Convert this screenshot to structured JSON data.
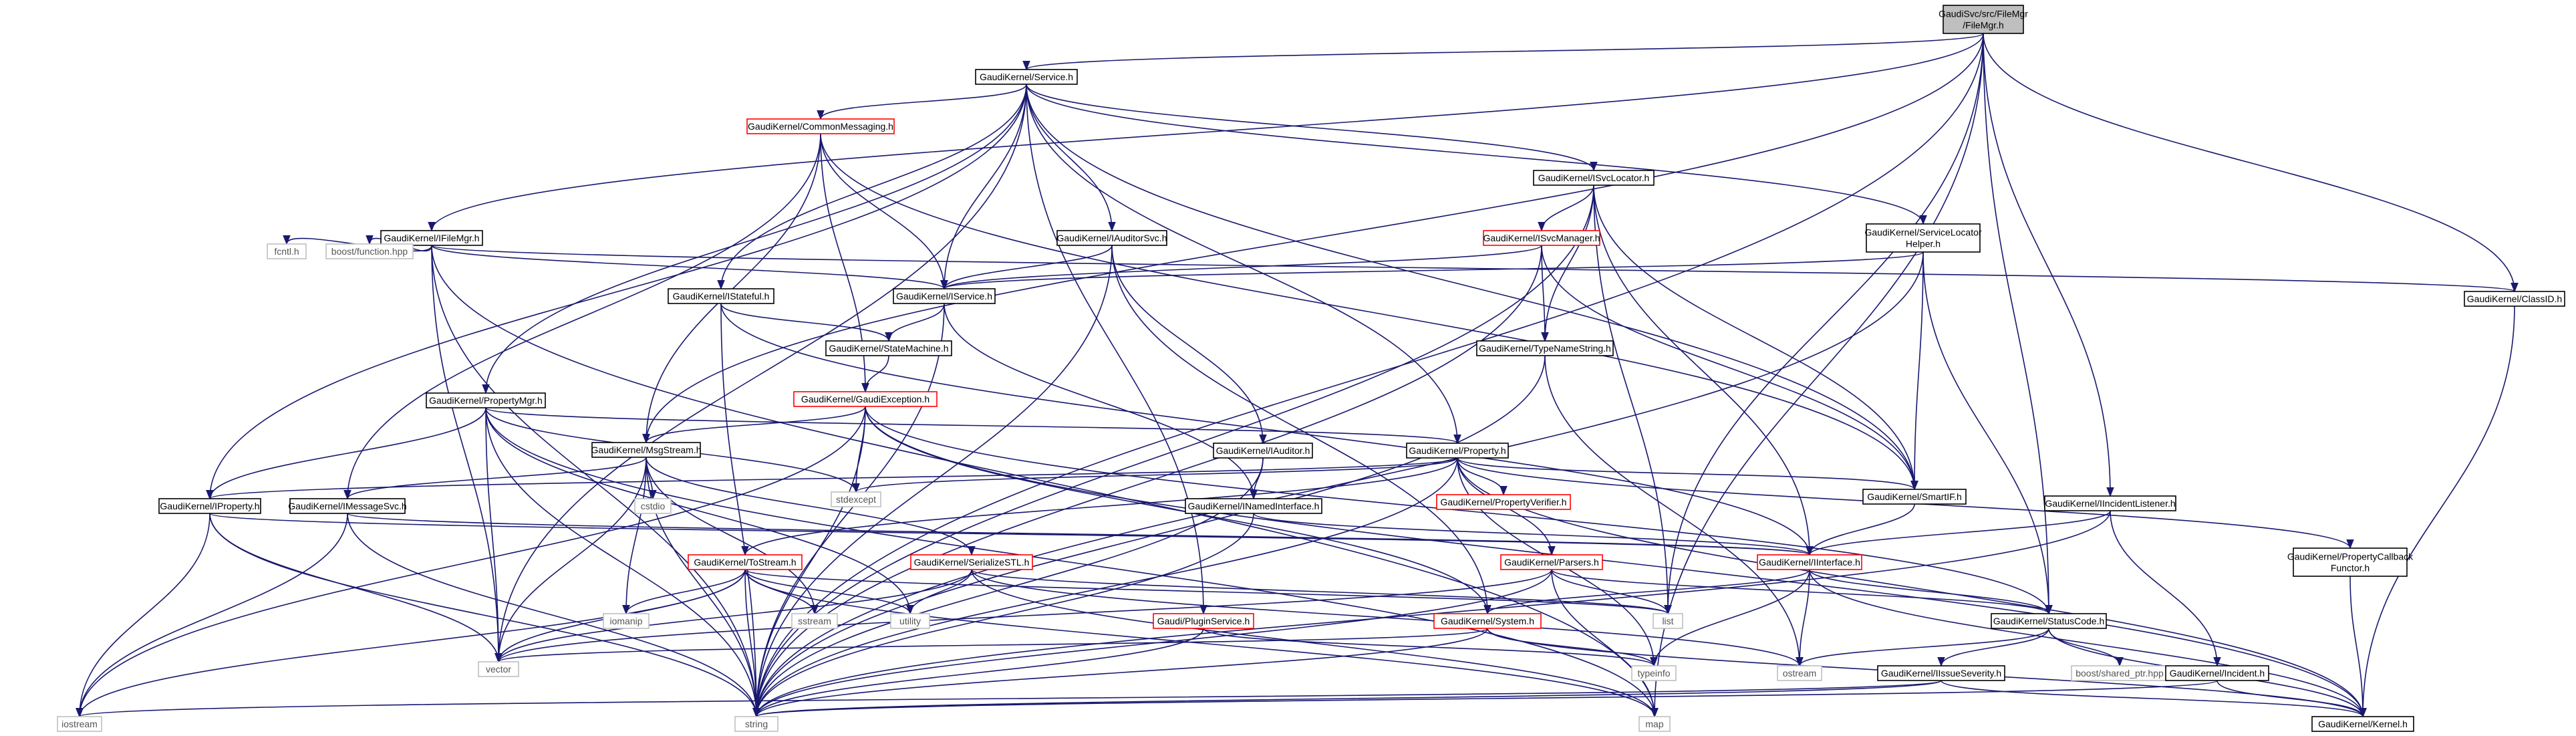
{
  "colors": {
    "edge": "#191970",
    "node_border": "#000000",
    "root_fill": "#bfbfbf",
    "documented_border": "#000000",
    "undocumented_border": "#ff0000",
    "external_border": "#bfbfbf",
    "text": "#000000",
    "external_text": "#555555"
  },
  "nodes": {
    "filemgr_h": {
      "lines": [
        "GaudiSvc/src/FileMgr",
        "/FileMgr.h"
      ],
      "kind": "root"
    },
    "service_h": {
      "lines": [
        "GaudiKernel/Service.h"
      ],
      "kind": "documented"
    },
    "commonmessaging_h": {
      "lines": [
        "GaudiKernel/CommonMessaging.h"
      ],
      "kind": "undocumented"
    },
    "isvclocator_h": {
      "lines": [
        "GaudiKernel/ISvcLocator.h"
      ],
      "kind": "documented"
    },
    "ifilemgr_h": {
      "lines": [
        "GaudiKernel/IFileMgr.h"
      ],
      "kind": "documented"
    },
    "iauditorsvc_h": {
      "lines": [
        "GaudiKernel/IAuditorSvc.h"
      ],
      "kind": "documented"
    },
    "isvcmanager_h": {
      "lines": [
        "GaudiKernel/ISvcManager.h"
      ],
      "kind": "undocumented"
    },
    "servicelocatorhelper_h": {
      "lines": [
        "GaudiKernel/ServiceLocator",
        "Helper.h"
      ],
      "kind": "documented"
    },
    "classid_h": {
      "lines": [
        "GaudiKernel/ClassID.h"
      ],
      "kind": "documented"
    },
    "fcntl_h": {
      "lines": [
        "fcntl.h"
      ],
      "kind": "external"
    },
    "boost_function_hpp": {
      "lines": [
        "boost/function.hpp"
      ],
      "kind": "external"
    },
    "istateful_h": {
      "lines": [
        "GaudiKernel/IStateful.h"
      ],
      "kind": "documented"
    },
    "iservice_h": {
      "lines": [
        "GaudiKernel/IService.h"
      ],
      "kind": "documented"
    },
    "statemachine_h": {
      "lines": [
        "GaudiKernel/StateMachine.h"
      ],
      "kind": "documented"
    },
    "typenamestring_h": {
      "lines": [
        "GaudiKernel/TypeNameString.h"
      ],
      "kind": "documented"
    },
    "gaudiexception_h": {
      "lines": [
        "GaudiKernel/GaudiException.h"
      ],
      "kind": "undocumented"
    },
    "propertymgr_h": {
      "lines": [
        "GaudiKernel/PropertyMgr.h"
      ],
      "kind": "documented"
    },
    "msgstream_h": {
      "lines": [
        "GaudiKernel/MsgStream.h"
      ],
      "kind": "documented"
    },
    "iauditor_h": {
      "lines": [
        "GaudiKernel/IAuditor.h"
      ],
      "kind": "documented"
    },
    "property_h": {
      "lines": [
        "GaudiKernel/Property.h"
      ],
      "kind": "documented"
    },
    "iproperty_h": {
      "lines": [
        "GaudiKernel/IProperty.h"
      ],
      "kind": "documented"
    },
    "imessagesvc_h": {
      "lines": [
        "GaudiKernel/IMessageSvc.h"
      ],
      "kind": "documented"
    },
    "cstdio": {
      "lines": [
        "cstdio"
      ],
      "kind": "external"
    },
    "stdexcept": {
      "lines": [
        "stdexcept"
      ],
      "kind": "external"
    },
    "inamedinterface_h": {
      "lines": [
        "GaudiKernel/INamedInterface.h"
      ],
      "kind": "documented"
    },
    "propertyverifier_h": {
      "lines": [
        "GaudiKernel/PropertyVerifier.h"
      ],
      "kind": "undocumented"
    },
    "smartif_h": {
      "lines": [
        "GaudiKernel/SmartIF.h"
      ],
      "kind": "documented"
    },
    "iincidentlistener_h": {
      "lines": [
        "GaudiKernel/IIncidentListener.h"
      ],
      "kind": "documented"
    },
    "propertycallbackfunctor_h": {
      "lines": [
        "GaudiKernel/PropertyCallback",
        "Functor.h"
      ],
      "kind": "documented"
    },
    "tostream_h": {
      "lines": [
        "GaudiKernel/ToStream.h"
      ],
      "kind": "undocumented"
    },
    "serializestl_h": {
      "lines": [
        "GaudiKernel/SerializeSTL.h"
      ],
      "kind": "undocumented"
    },
    "parsers_h": {
      "lines": [
        "GaudiKernel/Parsers.h"
      ],
      "kind": "undocumented"
    },
    "iinterface_h": {
      "lines": [
        "GaudiKernel/IInterface.h"
      ],
      "kind": "undocumented"
    },
    "iomanip": {
      "lines": [
        "iomanip"
      ],
      "kind": "external"
    },
    "sstream": {
      "lines": [
        "sstream"
      ],
      "kind": "external"
    },
    "utility": {
      "lines": [
        "utility"
      ],
      "kind": "external"
    },
    "pluginservice_h": {
      "lines": [
        "Gaudi/PluginService.h"
      ],
      "kind": "undocumented"
    },
    "system_h": {
      "lines": [
        "GaudiKernel/System.h"
      ],
      "kind": "undocumented"
    },
    "list": {
      "lines": [
        "list"
      ],
      "kind": "external"
    },
    "statuscode_h": {
      "lines": [
        "GaudiKernel/StatusCode.h"
      ],
      "kind": "documented"
    },
    "vector": {
      "lines": [
        "vector"
      ],
      "kind": "external"
    },
    "typeinfo": {
      "lines": [
        "typeinfo"
      ],
      "kind": "external"
    },
    "ostream": {
      "lines": [
        "ostream"
      ],
      "kind": "external"
    },
    "boost_shared_ptr_hpp": {
      "lines": [
        "boost/shared_ptr.hpp"
      ],
      "kind": "external"
    },
    "iissueseverity_h": {
      "lines": [
        "GaudiKernel/IIssueSeverity.h"
      ],
      "kind": "documented"
    },
    "iincident_h": {
      "lines": [
        "GaudiKernel/Incident.h"
      ],
      "kind": "documented"
    },
    "iostream": {
      "lines": [
        "iostream"
      ],
      "kind": "external"
    },
    "string": {
      "lines": [
        "string"
      ],
      "kind": "external"
    },
    "map": {
      "lines": [
        "map"
      ],
      "kind": "external"
    },
    "kernel_h": {
      "lines": [
        "GaudiKernel/Kernel.h"
      ],
      "kind": "documented"
    }
  },
  "edges": [
    [
      "filemgr_h",
      "service_h"
    ],
    [
      "filemgr_h",
      "ifilemgr_h"
    ],
    [
      "filemgr_h",
      "msgstream_h"
    ],
    [
      "filemgr_h",
      "iincidentlistener_h"
    ],
    [
      "filemgr_h",
      "classid_h"
    ],
    [
      "filemgr_h",
      "string"
    ],
    [
      "filemgr_h",
      "list"
    ],
    [
      "filemgr_h",
      "map"
    ],
    [
      "filemgr_h",
      "statuscode_h"
    ],
    [
      "service_h",
      "commonmessaging_h"
    ],
    [
      "service_h",
      "isvclocator_h"
    ],
    [
      "service_h",
      "iservice_h"
    ],
    [
      "service_h",
      "iauditorsvc_h"
    ],
    [
      "service_h",
      "istateful_h"
    ],
    [
      "service_h",
      "propertymgr_h"
    ],
    [
      "service_h",
      "property_h"
    ],
    [
      "service_h",
      "iproperty_h"
    ],
    [
      "service_h",
      "smartif_h"
    ],
    [
      "service_h",
      "servicelocatorhelper_h"
    ],
    [
      "service_h",
      "pluginservice_h"
    ],
    [
      "service_h",
      "vector"
    ],
    [
      "commonmessaging_h",
      "iservice_h"
    ],
    [
      "commonmessaging_h",
      "imessagesvc_h"
    ],
    [
      "commonmessaging_h",
      "msgstream_h"
    ],
    [
      "commonmessaging_h",
      "gaudiexception_h"
    ],
    [
      "commonmessaging_h",
      "smartif_h"
    ],
    [
      "isvclocator_h",
      "isvcmanager_h"
    ],
    [
      "isvclocator_h",
      "typenamestring_h"
    ],
    [
      "isvclocator_h",
      "smartif_h"
    ],
    [
      "isvclocator_h",
      "iinterface_h"
    ],
    [
      "isvclocator_h",
      "list"
    ],
    [
      "isvclocator_h",
      "string"
    ],
    [
      "ifilemgr_h",
      "iservice_h"
    ],
    [
      "ifilemgr_h",
      "fcntl_h"
    ],
    [
      "ifilemgr_h",
      "boost_function_hpp"
    ],
    [
      "ifilemgr_h",
      "classid_h"
    ],
    [
      "ifilemgr_h",
      "vector"
    ],
    [
      "ifilemgr_h",
      "string"
    ],
    [
      "ifilemgr_h",
      "map"
    ],
    [
      "iauditorsvc_h",
      "iservice_h"
    ],
    [
      "iauditorsvc_h",
      "iauditor_h"
    ],
    [
      "iauditorsvc_h",
      "system_h"
    ],
    [
      "iauditorsvc_h",
      "string"
    ],
    [
      "isvcmanager_h",
      "iservice_h"
    ],
    [
      "isvcmanager_h",
      "typenamestring_h"
    ],
    [
      "isvcmanager_h",
      "smartif_h"
    ],
    [
      "isvcmanager_h",
      "string"
    ],
    [
      "servicelocatorhelper_h",
      "iservice_h"
    ],
    [
      "servicelocatorhelper_h",
      "smartif_h"
    ],
    [
      "servicelocatorhelper_h",
      "statuscode_h"
    ],
    [
      "servicelocatorhelper_h",
      "string"
    ],
    [
      "classid_h",
      "kernel_h"
    ],
    [
      "istateful_h",
      "statemachine_h"
    ],
    [
      "istateful_h",
      "iinterface_h"
    ],
    [
      "istateful_h",
      "string"
    ],
    [
      "iservice_h",
      "statemachine_h"
    ],
    [
      "iservice_h",
      "inamedinterface_h"
    ],
    [
      "iservice_h",
      "string"
    ],
    [
      "statemachine_h",
      "gaudiexception_h"
    ],
    [
      "typenamestring_h",
      "string"
    ],
    [
      "typenamestring_h",
      "ostream"
    ],
    [
      "gaudiexception_h",
      "msgstream_h"
    ],
    [
      "gaudiexception_h",
      "system_h"
    ],
    [
      "gaudiexception_h",
      "statuscode_h"
    ],
    [
      "gaudiexception_h",
      "stdexcept"
    ],
    [
      "gaudiexception_h",
      "string"
    ],
    [
      "gaudiexception_h",
      "iostream"
    ],
    [
      "gaudiexception_h",
      "kernel_h"
    ],
    [
      "propertymgr_h",
      "property_h"
    ],
    [
      "propertymgr_h",
      "iproperty_h"
    ],
    [
      "propertymgr_h",
      "vector"
    ],
    [
      "propertymgr_h",
      "string"
    ],
    [
      "propertymgr_h",
      "map"
    ],
    [
      "propertymgr_h",
      "stdexcept"
    ],
    [
      "propertymgr_h",
      "utility"
    ],
    [
      "msgstream_h",
      "imessagesvc_h"
    ],
    [
      "msgstream_h",
      "serializestl_h"
    ],
    [
      "msgstream_h",
      "cstdio"
    ],
    [
      "msgstream_h",
      "string"
    ],
    [
      "msgstream_h",
      "iomanip"
    ],
    [
      "msgstream_h",
      "vector"
    ],
    [
      "msgstream_h",
      "sstream"
    ],
    [
      "iauditor_h",
      "inamedinterface_h"
    ],
    [
      "iauditor_h",
      "string"
    ],
    [
      "property_h",
      "propertyverifier_h"
    ],
    [
      "property_h",
      "propertycallbackfunctor_h"
    ],
    [
      "property_h",
      "parsers_h"
    ],
    [
      "property_h",
      "tostream_h"
    ],
    [
      "property_h",
      "smartif_h"
    ],
    [
      "property_h",
      "iproperty_h"
    ],
    [
      "property_h",
      "stdexcept"
    ],
    [
      "property_h",
      "string"
    ],
    [
      "property_h",
      "typeinfo"
    ],
    [
      "property_h",
      "kernel_h"
    ],
    [
      "iproperty_h",
      "iinterface_h"
    ],
    [
      "iproperty_h",
      "vector"
    ],
    [
      "iproperty_h",
      "string"
    ],
    [
      "iproperty_h",
      "iostream"
    ],
    [
      "imessagesvc_h",
      "iinterface_h"
    ],
    [
      "imessagesvc_h",
      "string"
    ],
    [
      "imessagesvc_h",
      "iostream"
    ],
    [
      "inamedinterface_h",
      "iinterface_h"
    ],
    [
      "inamedinterface_h",
      "string"
    ],
    [
      "smartif_h",
      "iinterface_h"
    ],
    [
      "iincidentlistener_h",
      "iinterface_h"
    ],
    [
      "iincidentlistener_h",
      "iincident_h"
    ],
    [
      "iincidentlistener_h",
      "string"
    ],
    [
      "propertycallbackfunctor_h",
      "kernel_h"
    ],
    [
      "tostream_h",
      "iomanip"
    ],
    [
      "tostream_h",
      "sstream"
    ],
    [
      "tostream_h",
      "utility"
    ],
    [
      "tostream_h",
      "string"
    ],
    [
      "tostream_h",
      "vector"
    ],
    [
      "tostream_h",
      "list"
    ],
    [
      "tostream_h",
      "map"
    ],
    [
      "tostream_h",
      "iostream"
    ],
    [
      "serializestl_h",
      "utility"
    ],
    [
      "serializestl_h",
      "vector"
    ],
    [
      "serializestl_h",
      "list"
    ],
    [
      "serializestl_h",
      "map"
    ],
    [
      "serializestl_h",
      "ostream"
    ],
    [
      "parsers_h",
      "vector"
    ],
    [
      "parsers_h",
      "list"
    ],
    [
      "parsers_h",
      "map"
    ],
    [
      "parsers_h",
      "string"
    ],
    [
      "parsers_h",
      "statuscode_h"
    ],
    [
      "iinterface_h",
      "system_h"
    ],
    [
      "iinterface_h",
      "statuscode_h"
    ],
    [
      "iinterface_h",
      "typeinfo"
    ],
    [
      "iinterface_h",
      "ostream"
    ],
    [
      "iinterface_h",
      "kernel_h"
    ],
    [
      "pluginservice_h",
      "string"
    ],
    [
      "pluginservice_h",
      "typeinfo"
    ],
    [
      "system_h",
      "kernel_h"
    ],
    [
      "system_h",
      "string"
    ],
    [
      "system_h",
      "vector"
    ],
    [
      "system_h",
      "typeinfo"
    ],
    [
      "statuscode_h",
      "iissueseverity_h"
    ],
    [
      "statuscode_h",
      "boost_shared_ptr_hpp"
    ],
    [
      "statuscode_h",
      "ostream"
    ],
    [
      "statuscode_h",
      "kernel_h"
    ],
    [
      "iissueseverity_h",
      "string"
    ],
    [
      "iissueseverity_h",
      "kernel_h"
    ],
    [
      "iissueseverity_h",
      "iostream"
    ],
    [
      "iincident_h",
      "string"
    ],
    [
      "iincident_h",
      "kernel_h"
    ]
  ]
}
